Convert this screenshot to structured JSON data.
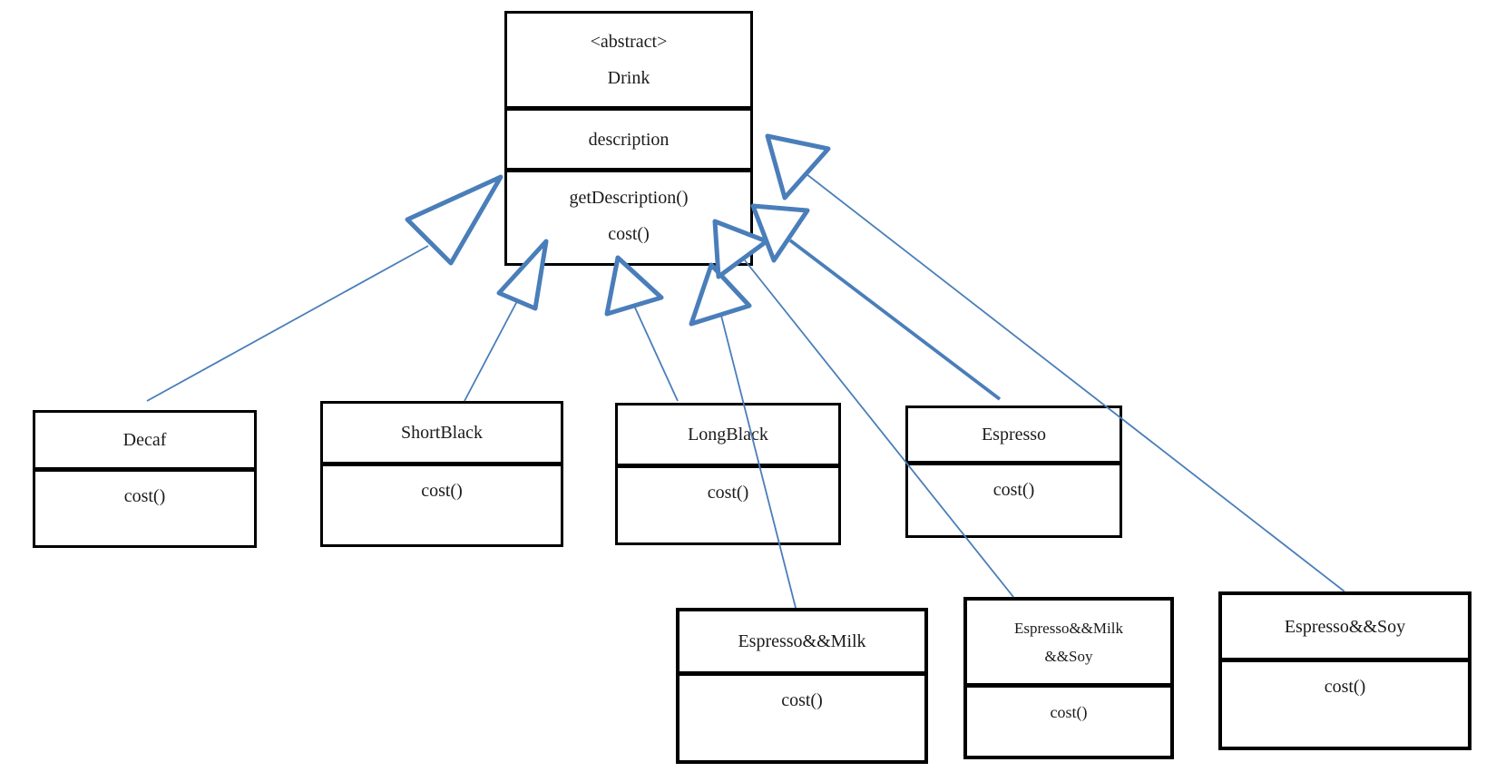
{
  "diagram": {
    "kind": "uml-class-diagram",
    "background_color": "#ffffff",
    "box_border_color": "#000000",
    "arrow_color": "#4a7eba",
    "arrowhead_style": "hollow-triangle"
  },
  "classes": [
    {
      "id": "drink",
      "stereotype": "<abstract>",
      "name": "Drink",
      "attributes": [
        "description"
      ],
      "methods": [
        "getDescription()",
        "cost()"
      ]
    },
    {
      "id": "decaf",
      "name": "Decaf",
      "methods": [
        "cost()"
      ]
    },
    {
      "id": "shortblack",
      "name": "ShortBlack",
      "methods": [
        "cost()"
      ]
    },
    {
      "id": "longblack",
      "name": "LongBlack",
      "methods": [
        "cost()"
      ]
    },
    {
      "id": "espresso",
      "name": "Espresso",
      "methods": [
        "cost()"
      ]
    },
    {
      "id": "espresso-milk",
      "name": "Espresso&&Milk",
      "methods": [
        "cost()"
      ]
    },
    {
      "id": "espresso-milk-soy",
      "name_line1": "Espresso&&Milk",
      "name_line2": "&&Soy",
      "methods": [
        "cost()"
      ]
    },
    {
      "id": "espresso-soy",
      "name": "Espresso&&Soy",
      "methods": [
        "cost()"
      ]
    }
  ],
  "relationships": [
    {
      "from": "Decaf",
      "to": "Drink",
      "type": "inheritance"
    },
    {
      "from": "ShortBlack",
      "to": "Drink",
      "type": "inheritance"
    },
    {
      "from": "LongBlack",
      "to": "Drink",
      "type": "inheritance"
    },
    {
      "from": "Espresso&&Milk",
      "to": "Drink",
      "type": "inheritance"
    },
    {
      "from": "Espresso&&Milk&&Soy",
      "to": "Drink",
      "type": "inheritance"
    },
    {
      "from": "Espresso",
      "to": "Drink",
      "type": "inheritance"
    },
    {
      "from": "Espresso&&Soy",
      "to": "Drink",
      "type": "inheritance"
    }
  ]
}
